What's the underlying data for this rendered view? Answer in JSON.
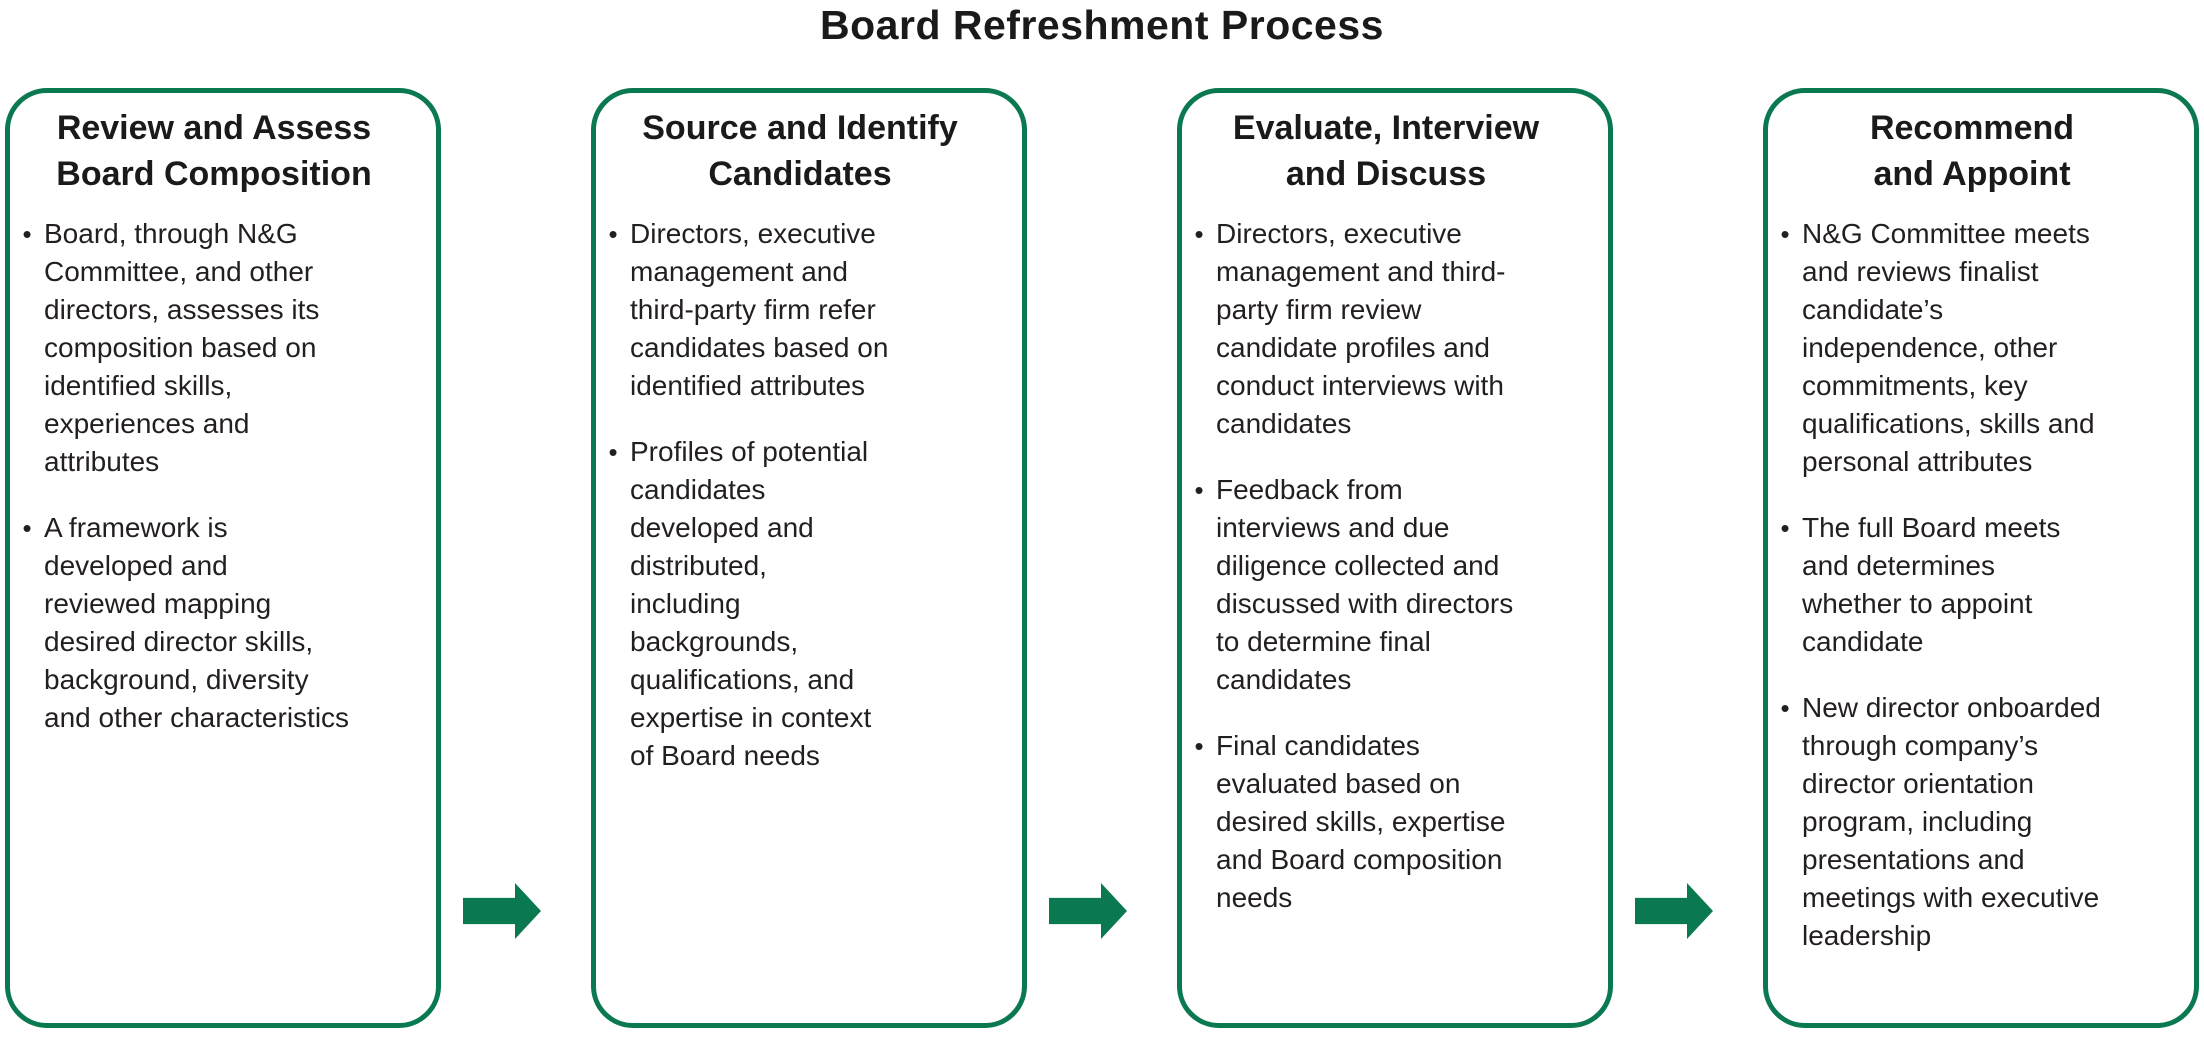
{
  "title": "Board Refreshment Process",
  "bullet_char": "•",
  "colors": {
    "accent": "#0b7950",
    "heading_text": "#1a1a1a",
    "body_text": "#231f20"
  },
  "arrows": [
    {
      "icon": "right-arrow"
    },
    {
      "icon": "right-arrow"
    },
    {
      "icon": "right-arrow"
    }
  ],
  "steps": [
    {
      "heading": "Review and Assess\nBoard Composition",
      "bullets": [
        "Board, through N&G\nCommittee, and other\ndirectors, assesses its\ncomposition based on\nidentified skills,\nexperiences and\nattributes",
        "A framework is\ndeveloped and\nreviewed mapping\ndesired director skills,\nbackground, diversity\nand other characteristics"
      ]
    },
    {
      "heading": "Source and Identify\nCandidates",
      "bullets": [
        "Directors, executive\nmanagement and\nthird-party firm refer\ncandidates based on\nidentified attributes",
        "Profiles of potential\ncandidates\ndeveloped and\ndistributed,\nincluding\nbackgrounds,\nqualifications, and\nexpertise in context\nof Board needs"
      ]
    },
    {
      "heading": "Evaluate, Interview\nand Discuss",
      "bullets": [
        "Directors, executive\nmanagement and third-\nparty firm review\ncandidate profiles and\nconduct interviews with\ncandidates",
        "Feedback from\ninterviews and due\ndiligence collected and\ndiscussed with directors\nto determine final\ncandidates",
        "Final candidates\nevaluated based on\ndesired skills, expertise\nand Board composition\nneeds"
      ]
    },
    {
      "heading": "Recommend\nand Appoint",
      "bullets": [
        "N&G Committee meets\nand reviews finalist\ncandidate’s\nindependence, other\ncommitments, key\nqualifications, skills and\npersonal attributes",
        "The full Board meets\nand determines\nwhether to appoint\ncandidate",
        "New director onboarded\nthrough company’s\ndirector orientation\nprogram, including\npresentations and\nmeetings with executive\nleadership"
      ]
    }
  ]
}
